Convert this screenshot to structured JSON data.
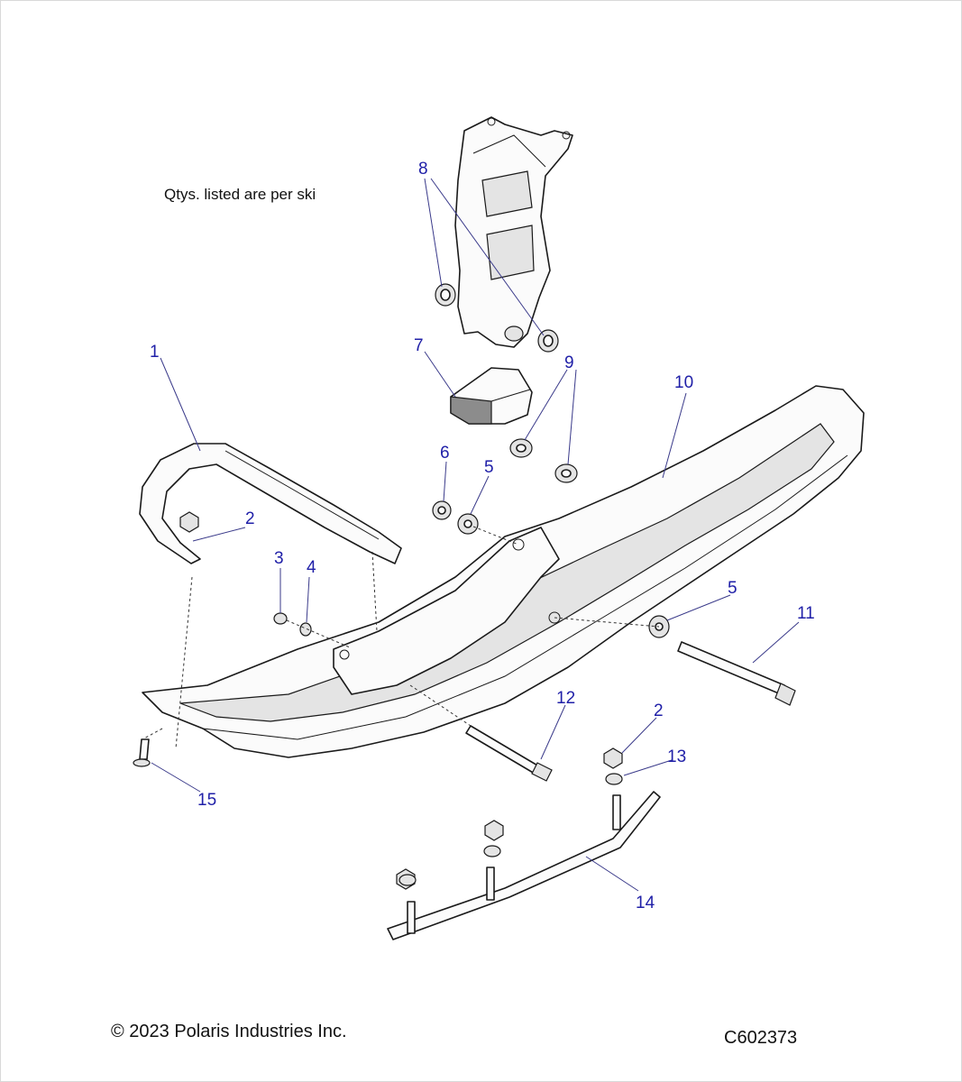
{
  "note": "Qtys. listed are per ski",
  "copyright": "© 2023 Polaris Industries Inc.",
  "diagram_code": "C602373",
  "callouts": [
    "1",
    "2",
    "3",
    "4",
    "5",
    "6",
    "7",
    "8",
    "9",
    "10",
    "11",
    "5",
    "12",
    "2",
    "13",
    "14",
    "15"
  ],
  "colors": {
    "callout": "#2020a8",
    "outline": "#1a1a1a"
  }
}
